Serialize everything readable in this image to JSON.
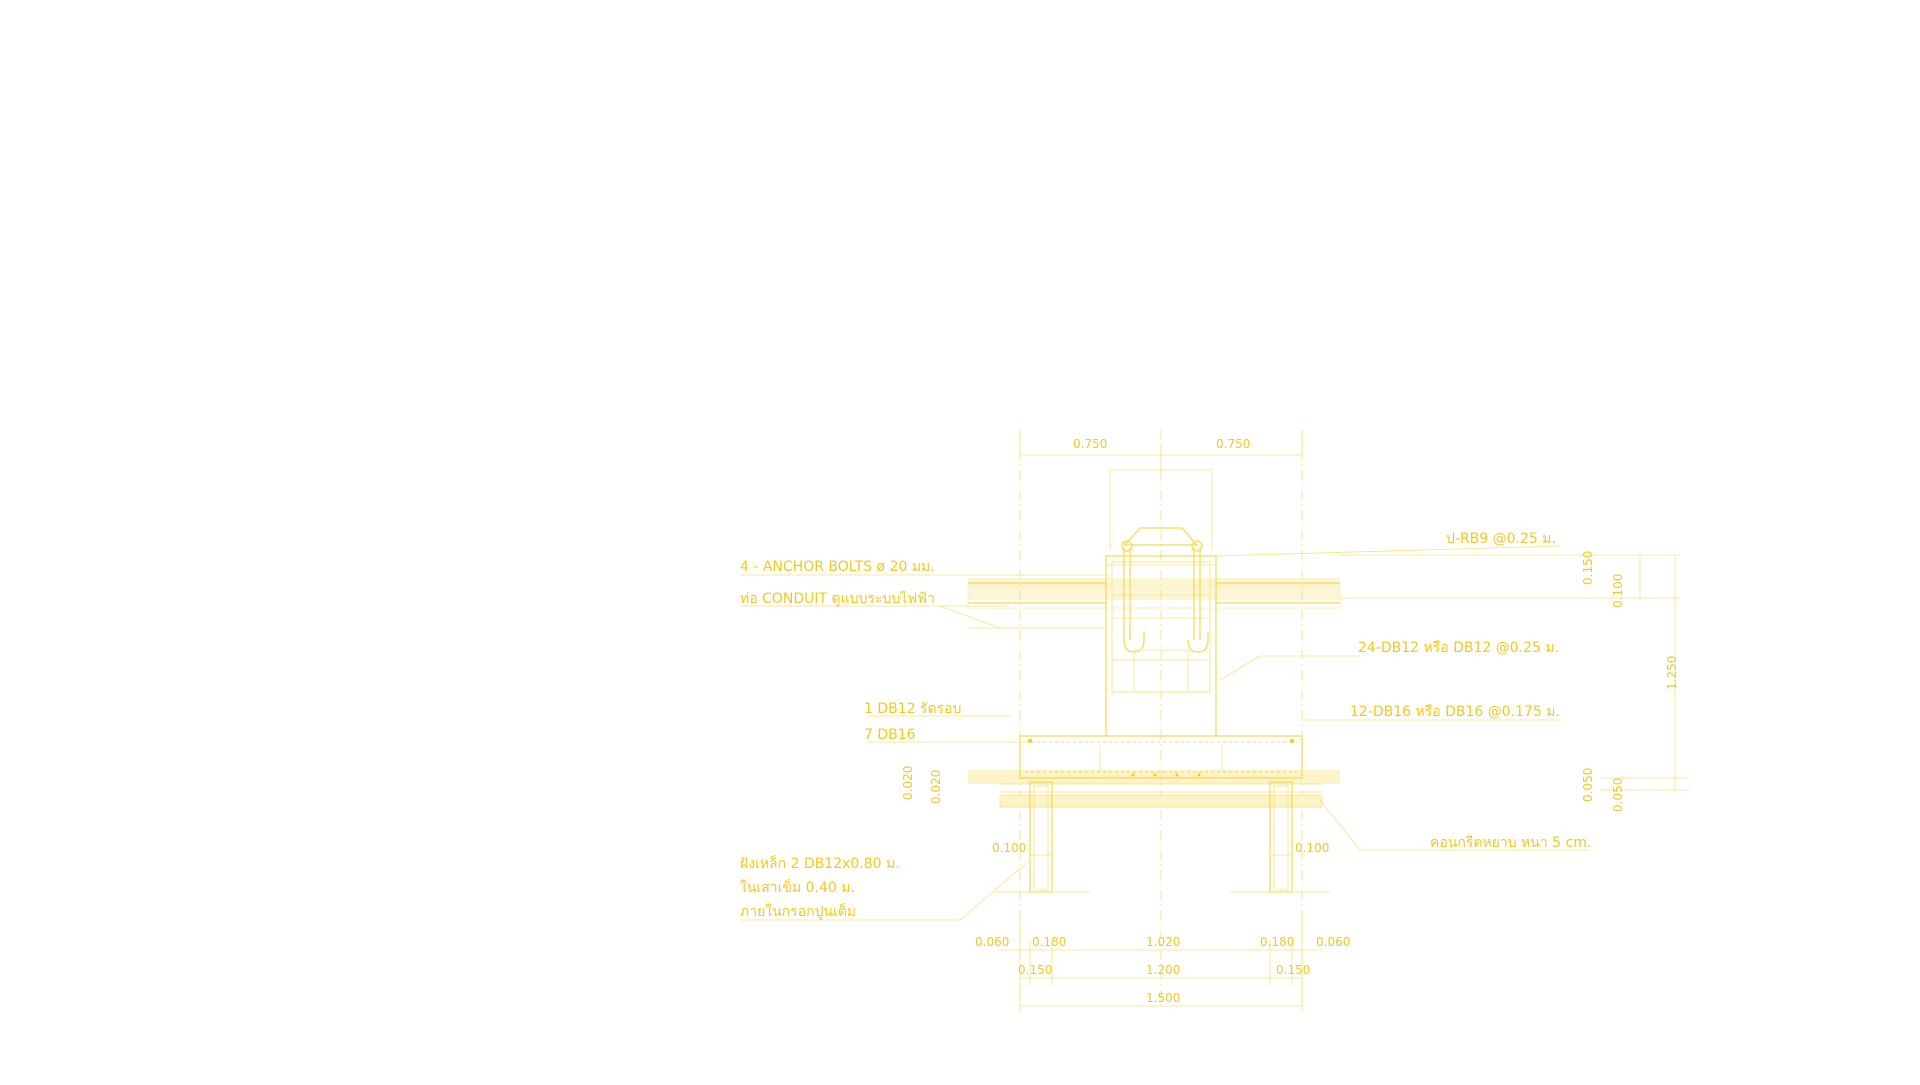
{
  "colors": {
    "background": "#ffffff",
    "line": "#f6d94a",
    "text": "#f0c820"
  },
  "labels": {
    "anchor_bolts": "4 - ANCHOR BOLTS ø 20 มม.",
    "conduit": "ท่อ CONDUIT ดูแบบระบบไฟฟ้า",
    "stirrup_top": "ป-RB9 @0.25 ม.",
    "rebar_24": "24-DB12 หรือ DB12 @0.25 ม.",
    "ring_1db12": "1 DB12 รัดรอบ",
    "bars_7db16": "7 DB16",
    "rebar_12": "12-DB16 หรือ DB16 @0.175 ม.",
    "lean_concrete": "คอนกรีตหยาบ หนา 5 cm.",
    "dowel_line1": "ฝังเหล็ก 2 DB12x0.80 ม.",
    "dowel_line2": "ในเสาเข็ม 0.40 ม.",
    "dowel_line3": "ภายในกรอกปูนเต็ม"
  },
  "dimensions": {
    "top_left": "0.750",
    "top_right": "0.750",
    "right_150": "0.150",
    "right_100": "0.100",
    "right_total": "1.250",
    "right_050a": "0.050",
    "right_050b": "0.050",
    "left_020a": "0.020",
    "left_020b": "0.020",
    "pile_left_100": "0.100",
    "pile_right_100": "0.100",
    "b_060_left": "0.060",
    "b_180_left": "0.180",
    "b_1020": "1.020",
    "b_180_right": "0.180",
    "b_060_right": "0.060",
    "b_150_left": "0.150",
    "b_1200": "1.200",
    "b_150_right": "0.150",
    "b_1500": "1.500"
  }
}
